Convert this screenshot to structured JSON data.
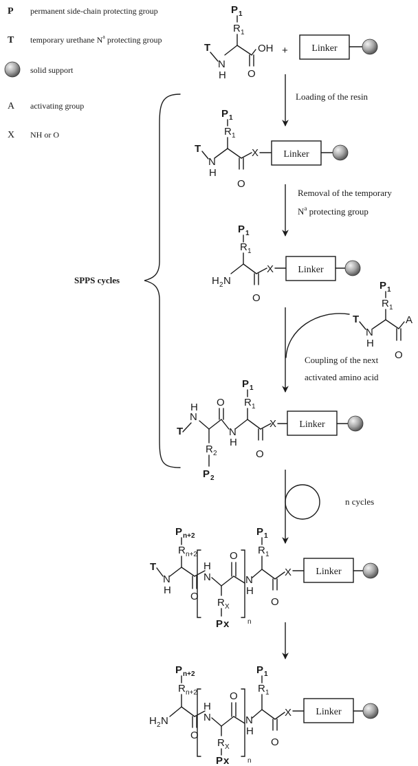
{
  "legend": [
    {
      "symbol": "P",
      "text": "permanent side-chain protecting group"
    },
    {
      "symbol": "T",
      "text": "temporary urethane N",
      "sup": "a",
      "text2": " protecting group"
    },
    {
      "symbol": "",
      "text": "solid support"
    },
    {
      "symbol": "A",
      "text": "activating group"
    },
    {
      "symbol": "X",
      "text": "NH or O"
    }
  ],
  "steps": {
    "loading": "Loading of the resin",
    "removal_1": "Removal of the temporary",
    "removal_2_pre": "N",
    "removal_2_sup": "a",
    "removal_2_post": " protecting group",
    "coupling_1": "Coupling of the next",
    "coupling_2": "activated amino acid",
    "n_cycles": "n cycles"
  },
  "cycles_label": "SPPS cycles",
  "linker_label": "Linker",
  "plus": "+",
  "colors": {
    "ink": "#1a1a1a",
    "sphere_light": "#f2f2f2",
    "sphere_dark": "#555555"
  }
}
